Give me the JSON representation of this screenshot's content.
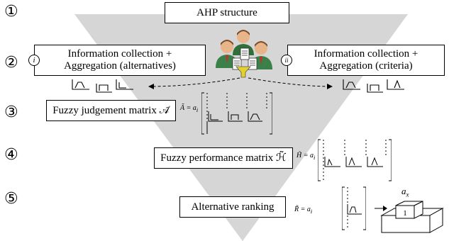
{
  "steps": {
    "s1": {
      "num": "①",
      "label": "AHP structure"
    },
    "s2": {
      "num": "②",
      "left_marker": "i",
      "left_line1": "Information collection +",
      "left_line2": "Aggregation (alternatives)",
      "right_marker": "ii",
      "right_line1": "Information collection +",
      "right_line2": "Aggregation (criteria)"
    },
    "s3": {
      "num": "③",
      "label": "Fuzzy judgement matrix 𝒜̃",
      "eq_lhs": "Ã = a",
      "eq_sub": "i"
    },
    "s4": {
      "num": "④",
      "label": "Fuzzy performance matrix ℋ̃",
      "eq_lhs": "H̃ = a",
      "eq_sub": "i"
    },
    "s5": {
      "num": "⑤",
      "label": "Alternative ranking",
      "eq_lhs": "R̃ = a",
      "eq_sub": "i",
      "podium_label": "a",
      "podium_sub": "x",
      "podium_rank": "1"
    }
  },
  "colors": {
    "funnel": "#d6d6d6",
    "person_skin": "#e8b48a",
    "person_hair": "#7a4a22",
    "person_suit": "#2f6f3a",
    "filter": "#e6d12a"
  }
}
